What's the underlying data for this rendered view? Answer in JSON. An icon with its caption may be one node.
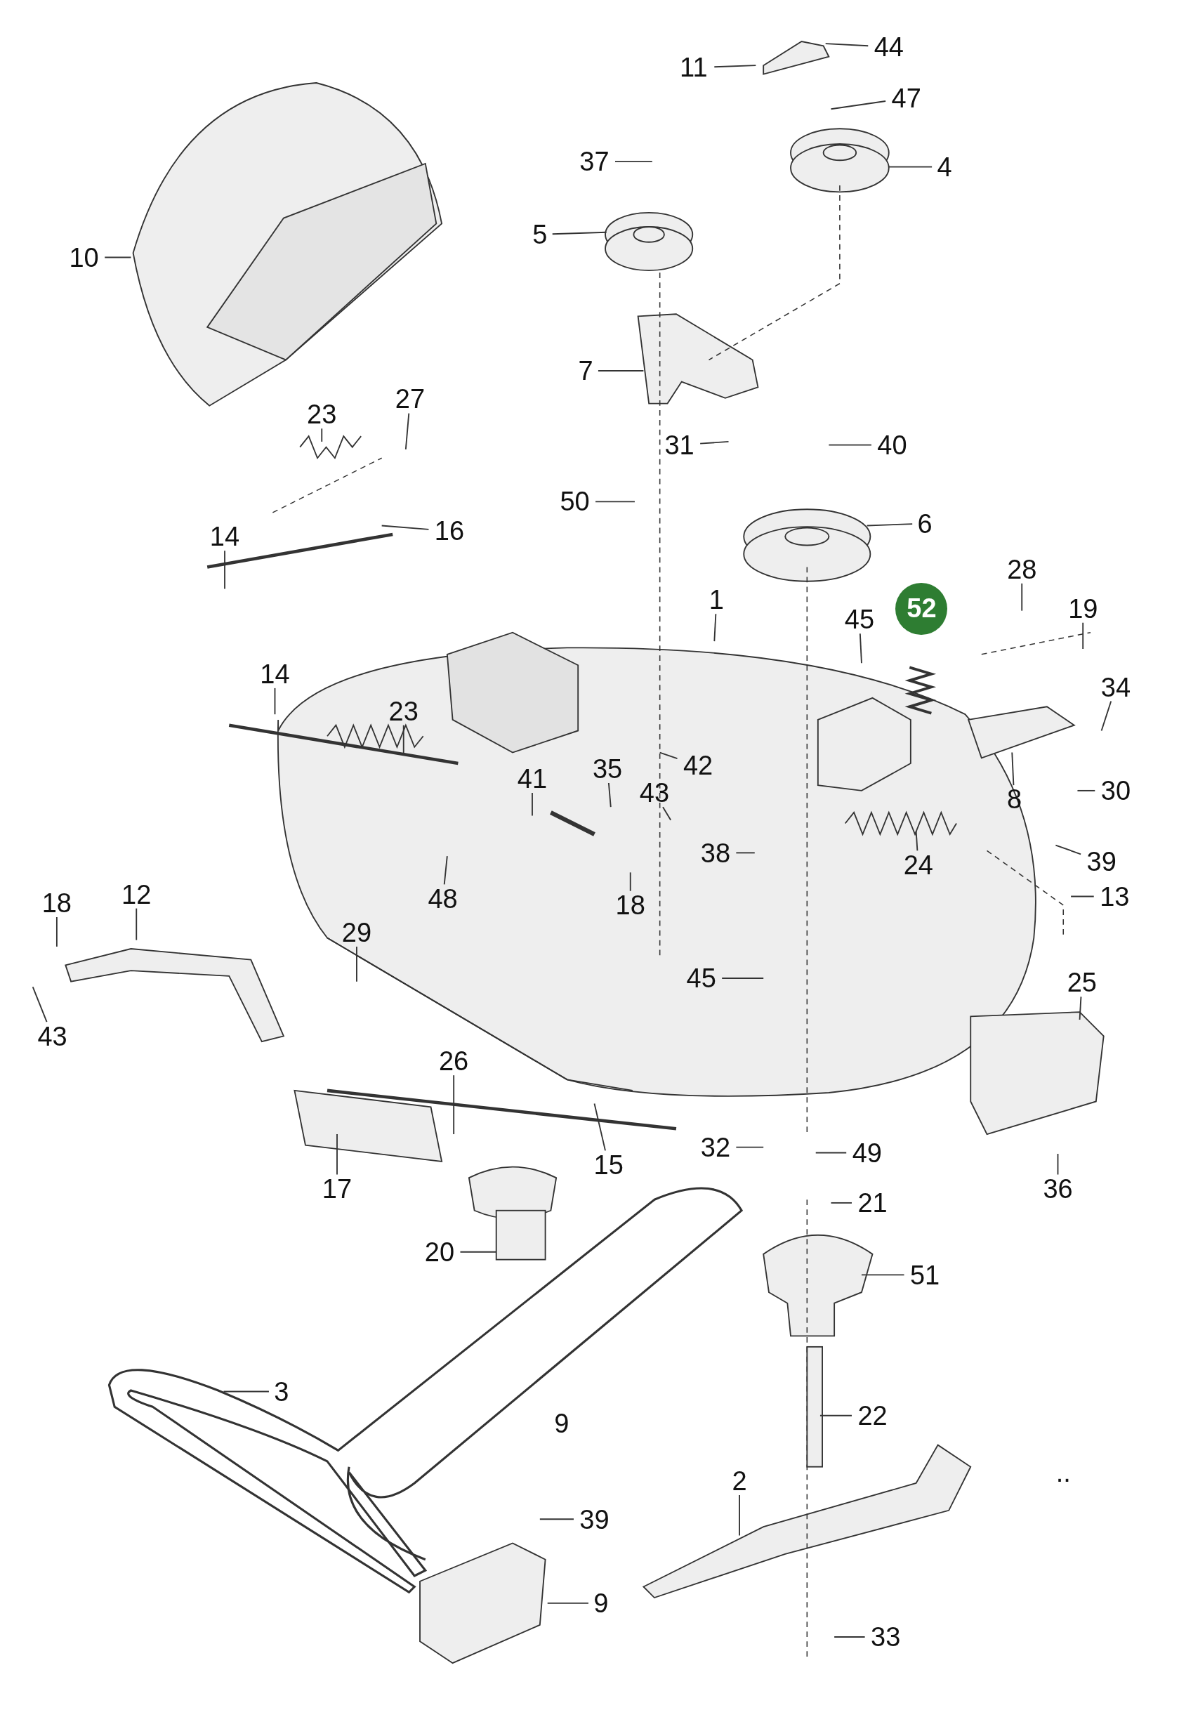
{
  "diagram": {
    "nodes": [
      {
        "text": [
          "44"
        ]
      },
      {
        "text": [
          "11"
        ]
      },
      {
        "text": [
          "47"
        ]
      },
      {
        "text": [
          "4"
        ]
      },
      {
        "text": [
          "37"
        ]
      },
      {
        "text": [
          "5"
        ]
      },
      {
        "text": [
          "10"
        ]
      },
      {
        "text": [
          "7"
        ]
      },
      {
        "text": [
          "23"
        ]
      },
      {
        "text": [
          "27"
        ]
      },
      {
        "text": [
          "31"
        ]
      },
      {
        "text": [
          "40"
        ]
      },
      {
        "text": [
          "50"
        ]
      },
      {
        "text": [
          "6"
        ]
      },
      {
        "text": [
          "16"
        ]
      },
      {
        "text": [
          "14"
        ]
      },
      {
        "text": [
          "28"
        ]
      },
      {
        "text": [
          "1"
        ]
      },
      {
        "text": [
          "52"
        ]
      },
      {
        "text": [
          "19"
        ]
      },
      {
        "text": [
          "45"
        ]
      },
      {
        "text": [
          "14"
        ]
      },
      {
        "text": [
          "34"
        ]
      },
      {
        "text": [
          "23"
        ]
      },
      {
        "text": [
          "35"
        ]
      },
      {
        "text": [
          "42"
        ]
      },
      {
        "text": [
          "41"
        ]
      },
      {
        "text": [
          "43"
        ]
      },
      {
        "text": [
          "30"
        ]
      },
      {
        "text": [
          "8"
        ]
      },
      {
        "text": [
          "38"
        ]
      },
      {
        "text": [
          "24"
        ]
      },
      {
        "text": [
          "39"
        ]
      },
      {
        "text": [
          "12"
        ]
      },
      {
        "text": [
          "13"
        ]
      },
      {
        "text": [
          "48"
        ]
      },
      {
        "text": [
          "18"
        ]
      },
      {
        "text": [
          "18"
        ]
      },
      {
        "text": [
          "29"
        ]
      },
      {
        "text": [
          "45"
        ]
      },
      {
        "text": [
          "25"
        ]
      },
      {
        "text": [
          "43"
        ]
      },
      {
        "text": [
          "26"
        ]
      },
      {
        "text": [
          "32"
        ]
      },
      {
        "text": [
          "49"
        ]
      },
      {
        "text": [
          "15"
        ]
      },
      {
        "text": [
          "36"
        ]
      },
      {
        "text": [
          "17"
        ]
      },
      {
        "text": [
          "21"
        ]
      },
      {
        "text": [
          "20"
        ]
      },
      {
        "text": [
          "51"
        ]
      },
      {
        "text": [
          "3"
        ]
      },
      {
        "text": [
          "22"
        ]
      },
      {
        "text": [
          "2"
        ]
      },
      {
        "text": [
          "39"
        ]
      },
      {
        "text": [
          "9"
        ]
      },
      {
        "text": [
          "33"
        ]
      }
    ],
    "edges": [
      {
        "from": 0,
        "to": null,
        "arrow": "none"
      },
      {
        "from": 1,
        "to": null,
        "arrow": "none"
      },
      {
        "from": 2,
        "to": null,
        "arrow": "none"
      },
      {
        "from": 3,
        "to": null,
        "arrow": "none"
      },
      {
        "from": 4,
        "to": null,
        "arrow": "none"
      },
      {
        "from": 5,
        "to": null,
        "arrow": "none"
      },
      {
        "from": 6,
        "to": null,
        "arrow": "none"
      },
      {
        "from": 7,
        "to": null,
        "arrow": "none"
      },
      {
        "from": 8,
        "to": null,
        "arrow": "none"
      },
      {
        "from": 9,
        "to": null,
        "arrow": "none"
      },
      {
        "from": 10,
        "to": null,
        "arrow": "none"
      },
      {
        "from": 11,
        "to": null,
        "arrow": "none"
      },
      {
        "from": 12,
        "to": null,
        "arrow": "none"
      },
      {
        "from": 13,
        "to": null,
        "arrow": "none"
      },
      {
        "from": 14,
        "to": null,
        "arrow": "none"
      },
      {
        "from": 15,
        "to": null,
        "arrow": "none"
      },
      {
        "from": 16,
        "to": null,
        "arrow": "none"
      },
      {
        "from": 17,
        "to": null,
        "arrow": "none"
      },
      {
        "from": 19,
        "to": null,
        "arrow": "none"
      },
      {
        "from": 20,
        "to": null,
        "arrow": "none"
      },
      {
        "from": 21,
        "to": null,
        "arrow": "none"
      },
      {
        "from": 22,
        "to": null,
        "arrow": "none"
      },
      {
        "from": 23,
        "to": null,
        "arrow": "none"
      },
      {
        "from": 24,
        "to": null,
        "arrow": "none"
      },
      {
        "from": 25,
        "to": null,
        "arrow": "none"
      },
      {
        "from": 26,
        "to": null,
        "arrow": "none"
      },
      {
        "from": 27,
        "to": null,
        "arrow": "none"
      },
      {
        "from": 28,
        "to": null,
        "arrow": "none"
      },
      {
        "from": 29,
        "to": null,
        "arrow": "none"
      },
      {
        "from": 30,
        "to": null,
        "arrow": "none"
      },
      {
        "from": 31,
        "to": null,
        "arrow": "none"
      },
      {
        "from": 32,
        "to": null,
        "arrow": "none"
      },
      {
        "from": 33,
        "to": null,
        "arrow": "none"
      },
      {
        "from": 34,
        "to": null,
        "arrow": "none"
      },
      {
        "from": 35,
        "to": null,
        "arrow": "none"
      },
      {
        "from": 36,
        "to": null,
        "arrow": "none"
      },
      {
        "from": 37,
        "to": null,
        "arrow": "none"
      },
      {
        "from": 38,
        "to": null,
        "arrow": "none"
      },
      {
        "from": 39,
        "to": null,
        "arrow": "none"
      },
      {
        "from": 40,
        "to": null,
        "arrow": "none"
      },
      {
        "from": 41,
        "to": null,
        "arrow": "none"
      },
      {
        "from": 42,
        "to": null,
        "arrow": "none"
      },
      {
        "from": 43,
        "to": null,
        "arrow": "none"
      },
      {
        "from": 44,
        "to": null,
        "arrow": "none"
      },
      {
        "from": 45,
        "to": null,
        "arrow": "none"
      },
      {
        "from": 46,
        "to": null,
        "arrow": "none"
      },
      {
        "from": 47,
        "to": null,
        "arrow": "none"
      },
      {
        "from": 48,
        "to": null,
        "arrow": "none"
      },
      {
        "from": 49,
        "to": null,
        "arrow": "none"
      },
      {
        "from": 50,
        "to": null,
        "arrow": "none"
      },
      {
        "from": 51,
        "to": null,
        "arrow": "none"
      },
      {
        "from": 52,
        "to": null,
        "arrow": "none"
      },
      {
        "from": 53,
        "to": null,
        "arrow": "none"
      },
      {
        "from": 54,
        "to": null,
        "arrow": "none"
      },
      {
        "from": 55,
        "to": null,
        "arrow": "none"
      },
      {
        "from": 56,
        "to": null,
        "arrow": "none"
      }
    ],
    "labels": [
      "9",
      ".."
    ]
  }
}
